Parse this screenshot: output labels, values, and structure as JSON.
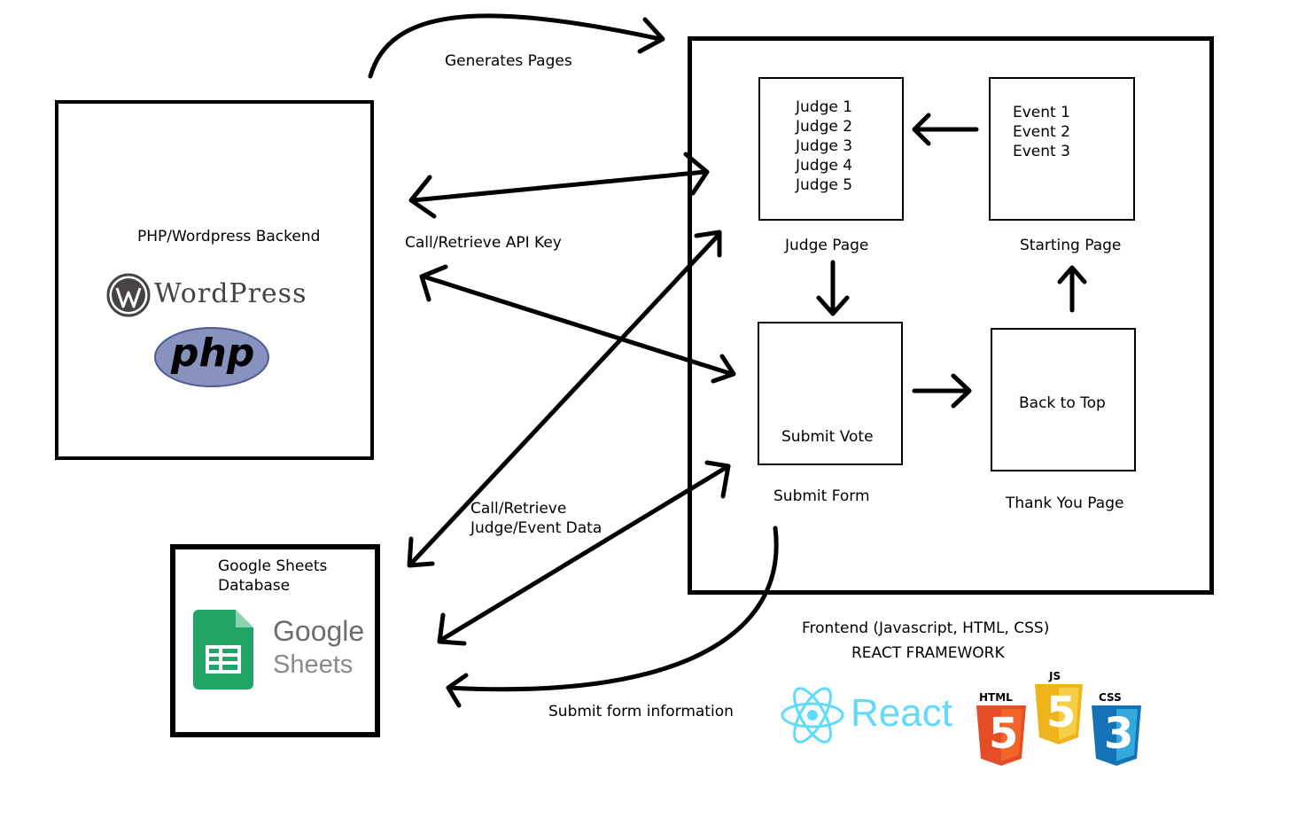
{
  "backend": {
    "label": "PHP/Wordpress Backend",
    "wordpress_logo_text": "WordPress",
    "php_logo_text": "php"
  },
  "database": {
    "label_line1": "Google Sheets",
    "label_line2": "Database",
    "logo_line1": "Google",
    "logo_line2": "Sheets"
  },
  "frontend": {
    "label_line1": "Frontend (Javascript, HTML, CSS)",
    "label_line2": "REACT FRAMEWORK",
    "react_logo_text": "React",
    "html_badge": "HTML",
    "html_num": "5",
    "js_badge": "JS",
    "js_num": "5",
    "css_badge": "CSS",
    "css_num": "3"
  },
  "pages": {
    "judge": {
      "items": [
        "Judge 1",
        "Judge 2",
        "Judge 3",
        "Judge 4",
        "Judge 5"
      ],
      "caption": "Judge Page"
    },
    "starting": {
      "items": [
        "Event 1",
        "Event 2",
        "Event 3"
      ],
      "caption": "Starting Page"
    },
    "submit": {
      "button": "Submit Vote",
      "caption": "Submit Form"
    },
    "thankyou": {
      "button": "Back to Top",
      "caption": "Thank You Page"
    }
  },
  "arrow_labels": {
    "generates": "Generates Pages",
    "api_key": "Call/Retrieve API Key",
    "data_line1": "Call/Retrieve",
    "data_line2": "Judge/Event Data",
    "submit_info": "Submit form information"
  },
  "colors": {
    "react": "#61dafb",
    "html5": "#e44d26",
    "js": "#f0b41b",
    "css3": "#1572b6",
    "sheets_green": "#21a464",
    "php_purple": "#8892bf"
  }
}
